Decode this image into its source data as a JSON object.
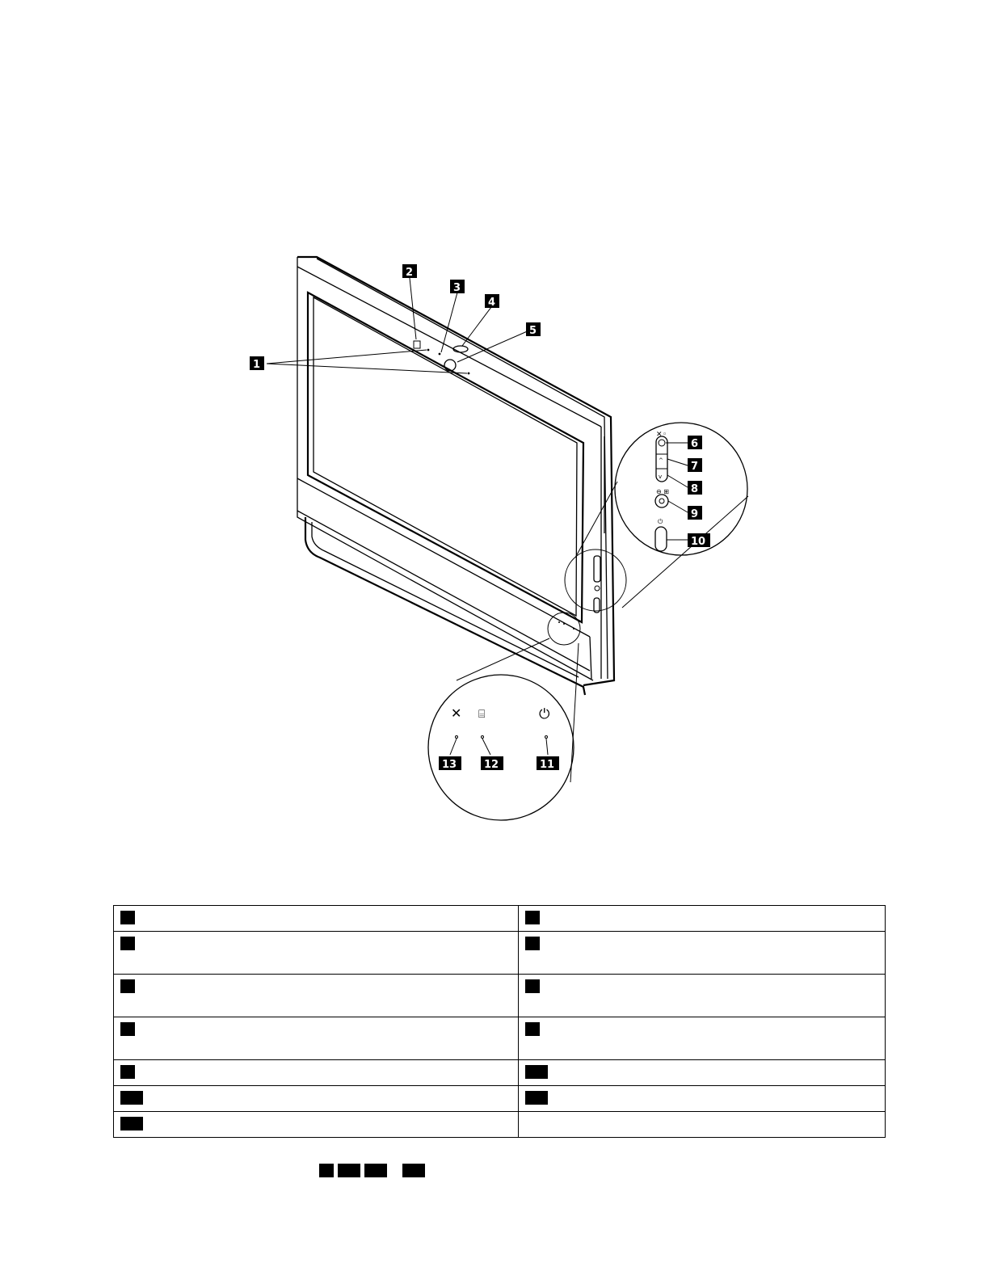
{
  "figure": {
    "callouts": [
      "1",
      "2",
      "3",
      "4",
      "5",
      "6",
      "7",
      "8",
      "9",
      "10",
      "11",
      "12",
      "13"
    ],
    "icons": {
      "mic_mute": "microphone-mute-icon",
      "hdd": "hard-disk-drive-icon",
      "power": "power-icon"
    },
    "glyphs": {
      "mic_mute": "✕",
      "hdd": "⌸",
      "power": "⏻"
    }
  },
  "legend": {
    "rows": [
      {
        "left": "",
        "right": ""
      },
      {
        "left": "",
        "right": ""
      },
      {
        "left": "",
        "right": ""
      },
      {
        "left": "",
        "right": ""
      },
      {
        "left": "",
        "right": ""
      },
      {
        "left": "",
        "right": ""
      },
      {
        "left": "",
        "right": ""
      }
    ]
  },
  "colors": {
    "ink": "#000000",
    "paper": "#ffffff"
  }
}
